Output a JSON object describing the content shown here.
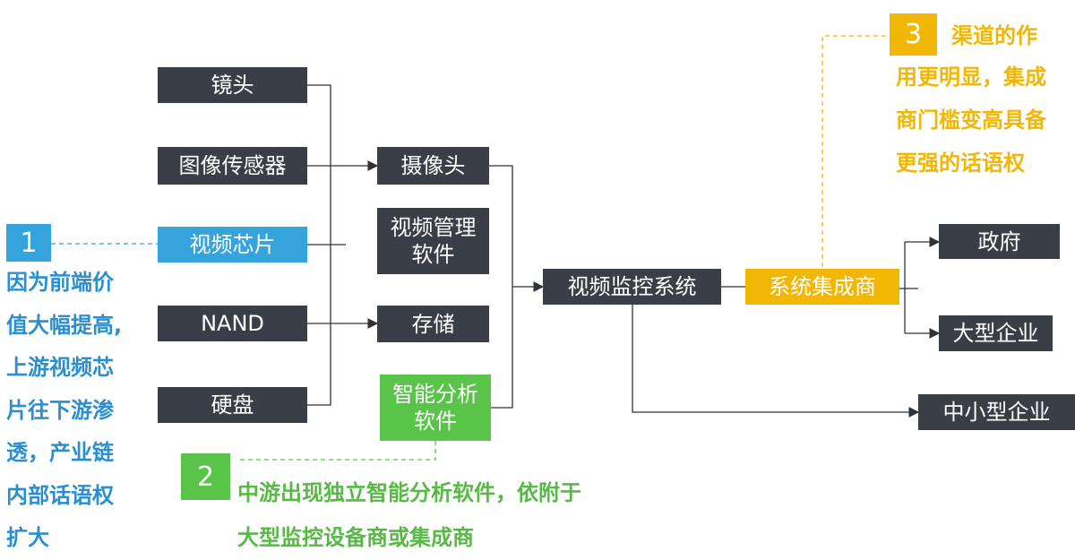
{
  "colors": {
    "dark_box": "#3a3f47",
    "blue_accent": "#35a4dc",
    "green_accent": "#5ac34a",
    "yellow_accent": "#f2b705",
    "line": "#2f3338"
  },
  "upstream": {
    "lens": "镜头",
    "image_sensor": "图像传感器",
    "video_chip": "视频芯片",
    "nand": "NAND",
    "hard_disk": "硬盘"
  },
  "midstream": {
    "camera": "摄像头",
    "vms_line1": "视频管理",
    "vms_line2": "软件",
    "storage": "存储",
    "analytics_line1": "智能分析",
    "analytics_line2": "软件"
  },
  "core": {
    "video_surveillance_system": "视频监控系统",
    "system_integrator": "系统集成商"
  },
  "customers": {
    "government": "政府",
    "large_enterprise": "大型企业",
    "sme": "中小型企业"
  },
  "notes": {
    "note1": {
      "number": "1",
      "lines": [
        "因为前端价",
        "值大幅提高,",
        "上游视频芯",
        "片往下游渗",
        "透，产业链",
        "内部话语权",
        "扩大"
      ]
    },
    "note2": {
      "number": "2",
      "lines": [
        "中游出现独立智能分析软件，依附于",
        "大型监控设备商或集成商"
      ]
    },
    "note3": {
      "number": "3",
      "line1": "渠道的作",
      "lines": [
        "用更明显，集成",
        "商门槛变高具备",
        "更强的话语权"
      ]
    }
  }
}
